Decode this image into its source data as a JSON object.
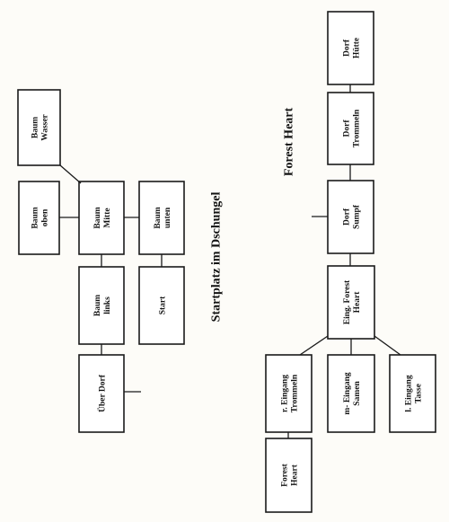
{
  "titles": {
    "jungle": "Startplatz im Dschungel",
    "forest": "Forest Heart"
  },
  "rooms": {
    "baum_wasser": [
      "Baum",
      "Wasser"
    ],
    "baum_oben": [
      "Baum",
      "oben"
    ],
    "baum_mitte": [
      "Baum",
      "Mitte"
    ],
    "baum_unten": [
      "Baum",
      "unten"
    ],
    "baum_links": [
      "Baum",
      "links"
    ],
    "start": [
      "Start"
    ],
    "ueber_dorf": [
      "Über Dorf"
    ],
    "dorf_huette": [
      "Dorf",
      "Hütte"
    ],
    "dorf_trommeln": [
      "Dorf",
      "Trommeln"
    ],
    "dorf_sumpf": [
      "Dorf",
      "Sumpf"
    ],
    "eing_forest_heart": [
      "Eing. Forest",
      "Heart"
    ],
    "r_eingang_trommeln": [
      "r. Eingang",
      "Trommeln"
    ],
    "m_eingang_samen": [
      "m- Eingang",
      "Samen"
    ],
    "l_eingang_tasse": [
      "l. Eingang",
      "Tasse"
    ],
    "forest_heart": [
      "Forest",
      "Heart"
    ]
  }
}
